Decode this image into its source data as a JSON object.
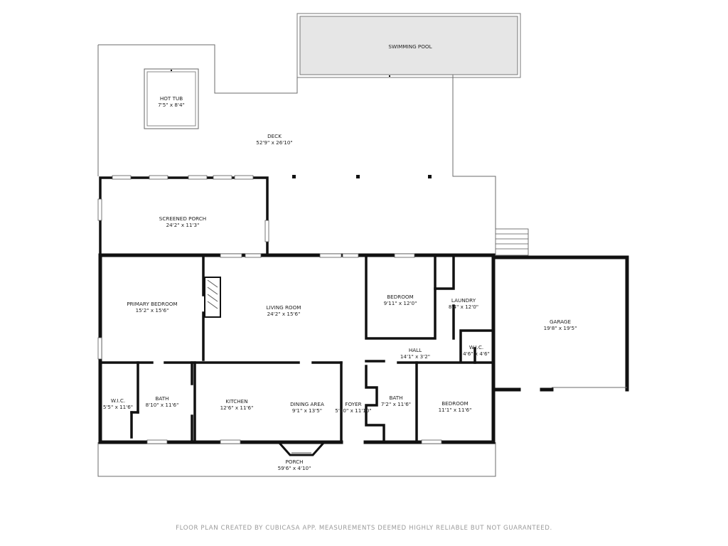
{
  "rooms": {
    "swimming_pool": {
      "name": "SWIMMING POOL",
      "dims": ""
    },
    "hot_tub": {
      "name": "HOT TUB",
      "dims": "7'5\" x 8'4\""
    },
    "deck": {
      "name": "DECK",
      "dims": "52'9\" x 26'10\""
    },
    "screened_porch": {
      "name": "SCREENED PORCH",
      "dims": "24'2\" x 11'3\""
    },
    "primary_bedroom": {
      "name": "PRIMARY BEDROOM",
      "dims": "15'2\" x 15'6\""
    },
    "living_room": {
      "name": "LIVING ROOM",
      "dims": "24'2\" x 15'6\""
    },
    "bedroom_1": {
      "name": "BEDROOM",
      "dims": "9'11\" x 12'0\""
    },
    "laundry": {
      "name": "LAUNDRY",
      "dims": "8'4\" x 12'0\""
    },
    "garage": {
      "name": "GARAGE",
      "dims": "19'8\" x 19'5\""
    },
    "hall": {
      "name": "HALL",
      "dims": "14'1\" x 3'2\""
    },
    "wic_small": {
      "name": "W.I.C.",
      "dims": "4'6\" x 4'6\""
    },
    "wic_primary": {
      "name": "W.I.C.",
      "dims": "5'5\" x 11'6\""
    },
    "bath_primary": {
      "name": "BATH",
      "dims": "8'10\" x 11'6\""
    },
    "kitchen": {
      "name": "KITCHEN",
      "dims": "12'6\" x 11'6\""
    },
    "dining_area": {
      "name": "DINING AREA",
      "dims": "9'1\" x 13'5\""
    },
    "foyer": {
      "name": "FOYER",
      "dims": "5'10\" x 11'10\""
    },
    "bath_2": {
      "name": "BATH",
      "dims": "7'2\" x 11'6\""
    },
    "bedroom_2": {
      "name": "BEDROOM",
      "dims": "11'1\" x 11'6\""
    },
    "porch": {
      "name": "PORCH",
      "dims": "59'6\" x 4'10\""
    }
  },
  "footer": "FLOOR PLAN CREATED BY CUBICASA APP. MEASUREMENTS DEEMED HIGHLY RELIABLE BUT NOT GUARANTEED.",
  "colors": {
    "wall": "#111111",
    "outline": "#6b6b6b",
    "pool_fill": "#e6e6e6",
    "footer_text": "#9a9a9a"
  }
}
